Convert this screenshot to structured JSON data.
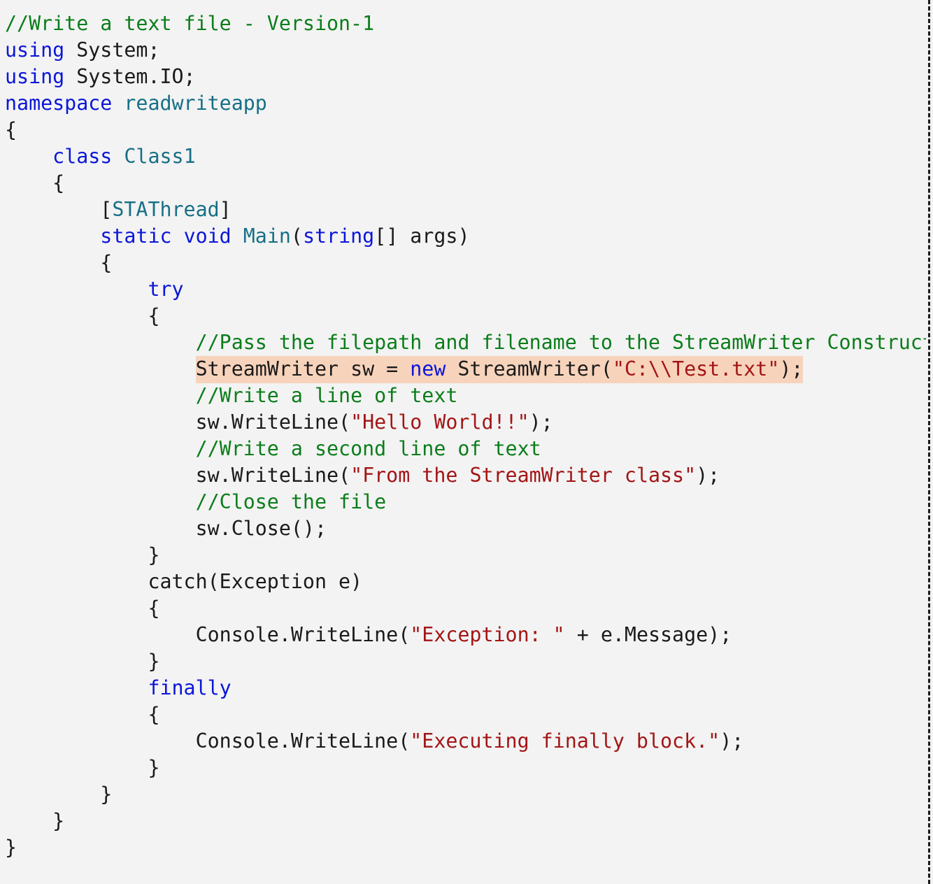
{
  "colors": {
    "background": "#f3f3f3",
    "plain": "#1a1a1a",
    "comment": "#0b7d1a",
    "keyword": "#0b16d8",
    "type": "#166f86",
    "string": "#a31515",
    "highlight_background": "#f7d3bc"
  },
  "code": {
    "lines": [
      {
        "indent": 0,
        "highlight": false,
        "tokens": [
          {
            "t": "//Write a text file - Version-1",
            "k": "comment"
          }
        ]
      },
      {
        "indent": 0,
        "highlight": false,
        "tokens": [
          {
            "t": "using",
            "k": "keyword"
          },
          {
            "t": " System;",
            "k": "plain"
          }
        ]
      },
      {
        "indent": 0,
        "highlight": false,
        "tokens": [
          {
            "t": "using",
            "k": "keyword"
          },
          {
            "t": " System.IO;",
            "k": "plain"
          }
        ]
      },
      {
        "indent": 0,
        "highlight": false,
        "tokens": [
          {
            "t": "namespace",
            "k": "keyword"
          },
          {
            "t": " ",
            "k": "plain"
          },
          {
            "t": "readwriteapp",
            "k": "type"
          }
        ]
      },
      {
        "indent": 0,
        "highlight": false,
        "tokens": [
          {
            "t": "{",
            "k": "plain"
          }
        ]
      },
      {
        "indent": 4,
        "highlight": false,
        "tokens": [
          {
            "t": "class",
            "k": "keyword"
          },
          {
            "t": " ",
            "k": "plain"
          },
          {
            "t": "Class1",
            "k": "type"
          }
        ]
      },
      {
        "indent": 4,
        "highlight": false,
        "tokens": [
          {
            "t": "{",
            "k": "plain"
          }
        ]
      },
      {
        "indent": 8,
        "highlight": false,
        "tokens": [
          {
            "t": "[",
            "k": "plain"
          },
          {
            "t": "STAThread",
            "k": "type"
          },
          {
            "t": "]",
            "k": "plain"
          }
        ]
      },
      {
        "indent": 8,
        "highlight": false,
        "tokens": [
          {
            "t": "static",
            "k": "keyword"
          },
          {
            "t": " ",
            "k": "plain"
          },
          {
            "t": "void",
            "k": "keyword"
          },
          {
            "t": " ",
            "k": "plain"
          },
          {
            "t": "Main",
            "k": "type"
          },
          {
            "t": "(",
            "k": "plain"
          },
          {
            "t": "string",
            "k": "keyword"
          },
          {
            "t": "[] args)",
            "k": "plain"
          }
        ]
      },
      {
        "indent": 8,
        "highlight": false,
        "tokens": [
          {
            "t": "{",
            "k": "plain"
          }
        ]
      },
      {
        "indent": 12,
        "highlight": false,
        "tokens": [
          {
            "t": "try",
            "k": "keyword"
          }
        ]
      },
      {
        "indent": 12,
        "highlight": false,
        "tokens": [
          {
            "t": "{",
            "k": "plain"
          }
        ]
      },
      {
        "indent": 16,
        "highlight": false,
        "tokens": [
          {
            "t": "//Pass the filepath and filename to the StreamWriter Constructor",
            "k": "comment"
          }
        ]
      },
      {
        "indent": 16,
        "highlight": true,
        "tokens": [
          {
            "t": "StreamWriter sw = ",
            "k": "plain"
          },
          {
            "t": "new",
            "k": "keyword"
          },
          {
            "t": " StreamWriter(",
            "k": "plain"
          },
          {
            "t": "\"C:\\\\Test.txt\"",
            "k": "string"
          },
          {
            "t": ");",
            "k": "plain"
          }
        ]
      },
      {
        "indent": 16,
        "highlight": false,
        "tokens": [
          {
            "t": "//Write a line of text",
            "k": "comment"
          }
        ]
      },
      {
        "indent": 16,
        "highlight": false,
        "tokens": [
          {
            "t": "sw.WriteLine(",
            "k": "plain"
          },
          {
            "t": "\"Hello World!!\"",
            "k": "string"
          },
          {
            "t": ");",
            "k": "plain"
          }
        ]
      },
      {
        "indent": 16,
        "highlight": false,
        "tokens": [
          {
            "t": "//Write a second line of text",
            "k": "comment"
          }
        ]
      },
      {
        "indent": 16,
        "highlight": false,
        "tokens": [
          {
            "t": "sw.WriteLine(",
            "k": "plain"
          },
          {
            "t": "\"From the StreamWriter class\"",
            "k": "string"
          },
          {
            "t": ");",
            "k": "plain"
          }
        ]
      },
      {
        "indent": 16,
        "highlight": false,
        "tokens": [
          {
            "t": "//Close the file",
            "k": "comment"
          }
        ]
      },
      {
        "indent": 16,
        "highlight": false,
        "tokens": [
          {
            "t": "sw.Close();",
            "k": "plain"
          }
        ]
      },
      {
        "indent": 12,
        "highlight": false,
        "tokens": [
          {
            "t": "}",
            "k": "plain"
          }
        ]
      },
      {
        "indent": 12,
        "highlight": false,
        "tokens": [
          {
            "t": "catch(Exception e)",
            "k": "plain"
          }
        ]
      },
      {
        "indent": 12,
        "highlight": false,
        "tokens": [
          {
            "t": "{",
            "k": "plain"
          }
        ]
      },
      {
        "indent": 16,
        "highlight": false,
        "tokens": [
          {
            "t": "Console.WriteLine(",
            "k": "plain"
          },
          {
            "t": "\"Exception: \"",
            "k": "string"
          },
          {
            "t": " + e.Message);",
            "k": "plain"
          }
        ]
      },
      {
        "indent": 12,
        "highlight": false,
        "tokens": [
          {
            "t": "}",
            "k": "plain"
          }
        ]
      },
      {
        "indent": 12,
        "highlight": false,
        "tokens": [
          {
            "t": "finally",
            "k": "keyword"
          }
        ]
      },
      {
        "indent": 12,
        "highlight": false,
        "tokens": [
          {
            "t": "{",
            "k": "plain"
          }
        ]
      },
      {
        "indent": 16,
        "highlight": false,
        "tokens": [
          {
            "t": "Console.WriteLine(",
            "k": "plain"
          },
          {
            "t": "\"Executing finally block.\"",
            "k": "string"
          },
          {
            "t": ");",
            "k": "plain"
          }
        ]
      },
      {
        "indent": 12,
        "highlight": false,
        "tokens": [
          {
            "t": "}",
            "k": "plain"
          }
        ]
      },
      {
        "indent": 8,
        "highlight": false,
        "tokens": [
          {
            "t": "}",
            "k": "plain"
          }
        ]
      },
      {
        "indent": 4,
        "highlight": false,
        "tokens": [
          {
            "t": "}",
            "k": "plain"
          }
        ]
      },
      {
        "indent": 0,
        "highlight": false,
        "tokens": [
          {
            "t": "}",
            "k": "plain"
          }
        ]
      }
    ]
  }
}
